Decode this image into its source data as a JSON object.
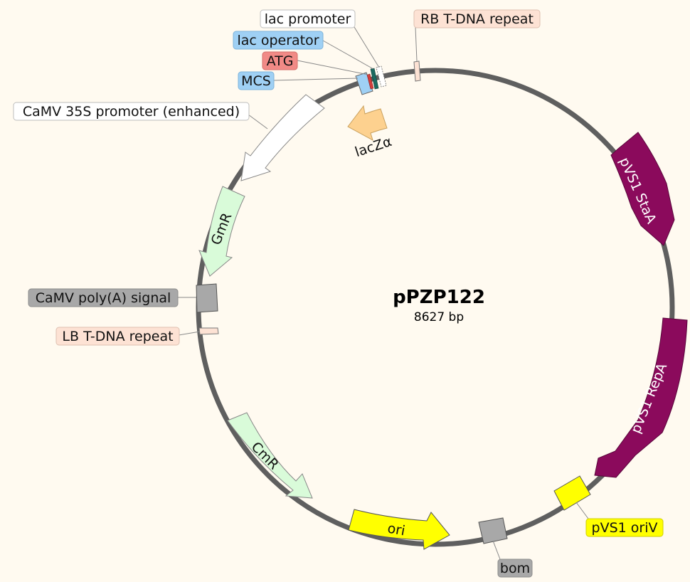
{
  "plasmid": {
    "name": "pPZP122",
    "size_label": "8627 bp",
    "length_bp": 8627
  },
  "colors": {
    "background": "#fffaf0",
    "backbone": "#5f5f5f",
    "magenta": "#8b0a5c",
    "yellow": "#ffff00",
    "light_green": "#d9fbd9",
    "gray": "#a8a8a8",
    "salmon": "#fde2d4",
    "light_blue": "#9fd0f4",
    "red": "#f18a86",
    "orange": "#fdd18f",
    "white": "#ffffff"
  },
  "features": {
    "pvs1_staa": {
      "label": "pVS1 StaA",
      "color": "#8b0a5c",
      "type": "arrow"
    },
    "pvs1_repa": {
      "label": "pVS1 RepA",
      "color": "#8b0a5c",
      "type": "arrow"
    },
    "pvs1_oriv": {
      "label": "pVS1 oriV",
      "color": "#ffff00",
      "type": "box"
    },
    "bom": {
      "label": "bom",
      "color": "#a8a8a8",
      "type": "box"
    },
    "ori": {
      "label": "ori",
      "color": "#ffff00",
      "type": "arrow"
    },
    "cmr": {
      "label": "CmR",
      "color": "#d9fbd9",
      "type": "arrow"
    },
    "lb_tdna": {
      "label": "LB T-DNA repeat",
      "color": "#fde2d4",
      "type": "box"
    },
    "camv_polya": {
      "label": "CaMV poly(A) signal",
      "color": "#a8a8a8",
      "type": "box"
    },
    "gmr": {
      "label": "GmR",
      "color": "#d9fbd9",
      "type": "arrow"
    },
    "camv_35s": {
      "label": "CaMV 35S promoter (enhanced)",
      "color": "#ffffff",
      "type": "arrow"
    },
    "lacza": {
      "label": "lacZα",
      "color": "#fdd18f",
      "type": "arrow"
    },
    "mcs": {
      "label": "MCS",
      "color": "#9fd0f4",
      "type": "box"
    },
    "atg": {
      "label": "ATG",
      "color": "#f18a86",
      "type": "box"
    },
    "lac_operator": {
      "label": "lac operator",
      "color": "#9fd0f4",
      "type": "box"
    },
    "lac_promoter": {
      "label": "lac promoter",
      "color": "#ffffff",
      "type": "box"
    },
    "rb_tdna": {
      "label": "RB T-DNA repeat",
      "color": "#fde2d4",
      "type": "box"
    }
  }
}
